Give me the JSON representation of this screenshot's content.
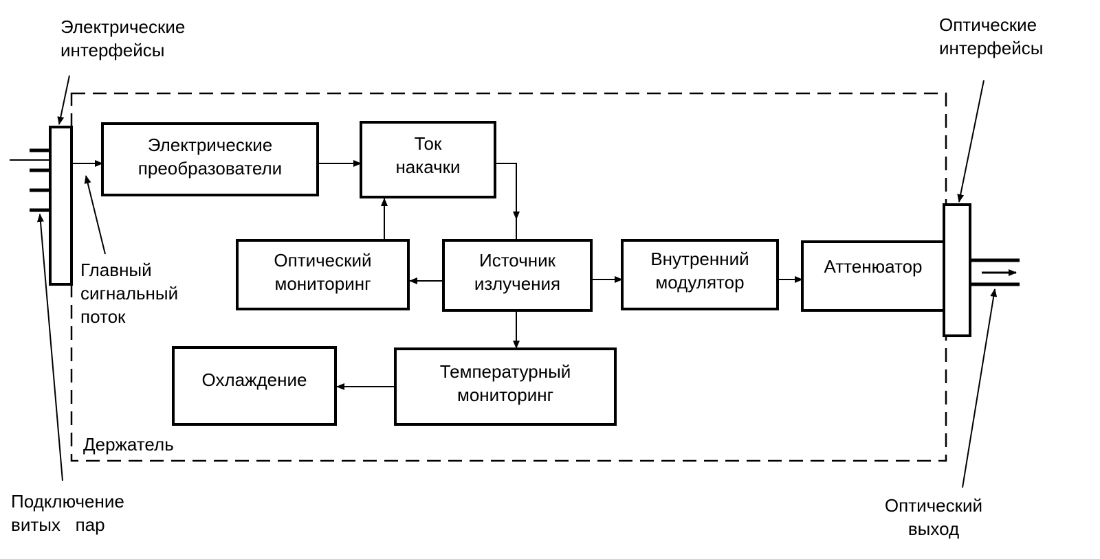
{
  "blocks": {
    "electric_converters": [
      "Электрические",
      "преобразователи"
    ],
    "pump_current": [
      "Ток",
      "накачки"
    ],
    "optical_monitoring": [
      "Оптический",
      "мониторинг"
    ],
    "radiation_source": [
      "Источник",
      "излучения"
    ],
    "internal_modulator": [
      "Внутренний",
      "модулятор"
    ],
    "attenuator": [
      "Аттенюатор"
    ],
    "cooling": [
      "Охлаждение"
    ],
    "temperature_monitoring": [
      "Температурный",
      "мониторинг"
    ]
  },
  "callouts": {
    "electrical_interfaces": [
      "Электрические",
      "интерфейсы"
    ],
    "optical_interfaces": [
      "Оптические",
      "интерфейсы"
    ],
    "main_signal_flow": [
      "Главный",
      "сигнальный",
      "поток"
    ],
    "holder": "Держатель",
    "twisted_pair_connection": [
      "Подключение",
      "витых   пар"
    ],
    "optical_output": [
      "Оптический",
      "выход"
    ]
  },
  "colors": {
    "ink": "#000000",
    "background": "#ffffff"
  }
}
